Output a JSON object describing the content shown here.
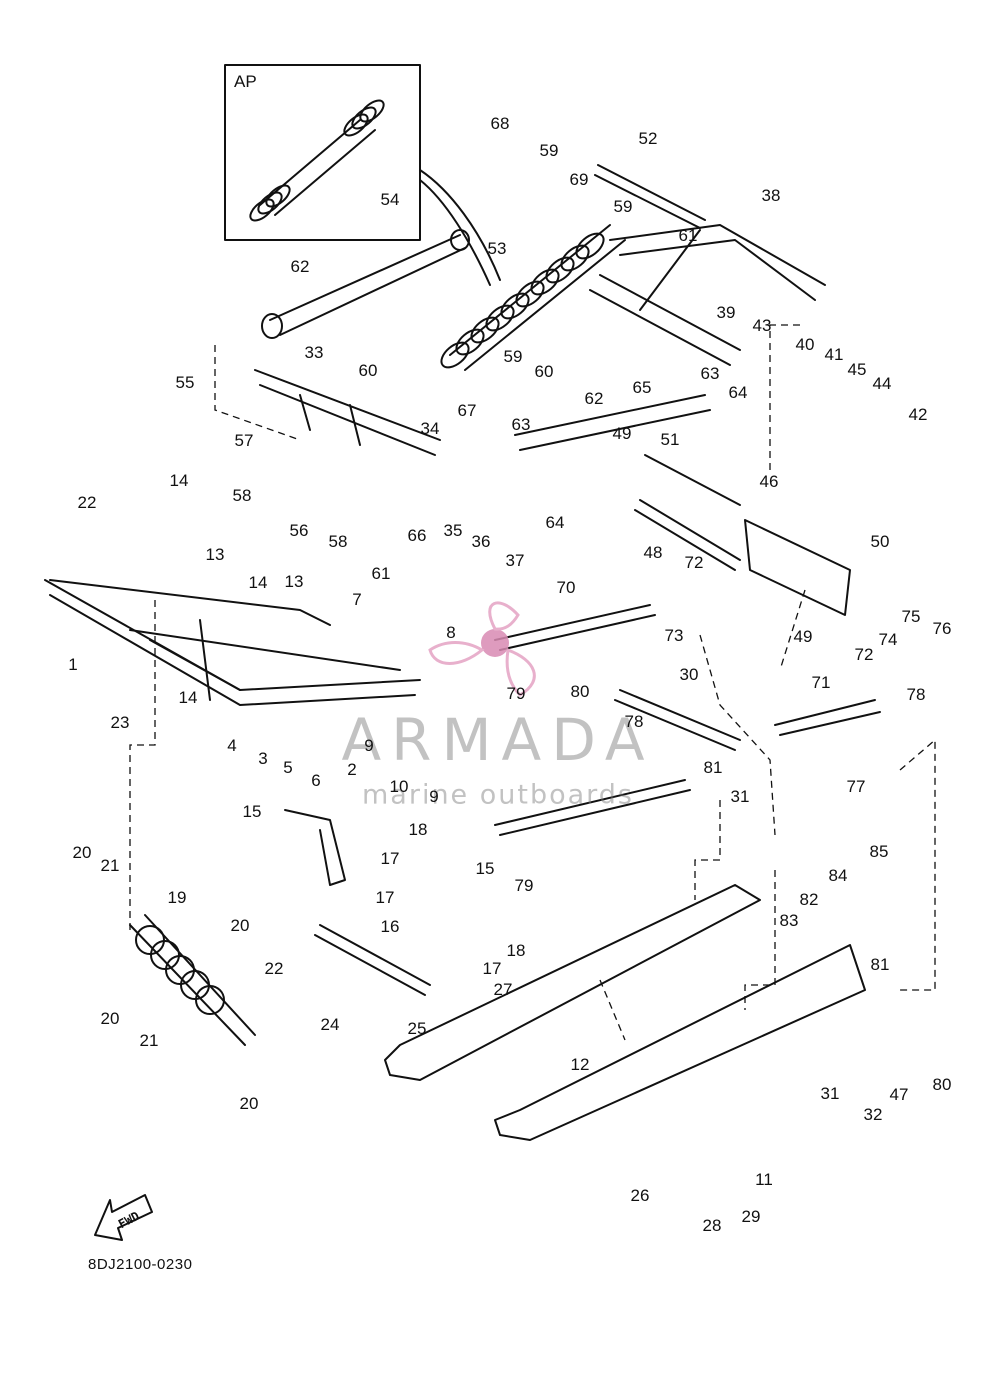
{
  "inset_label": "AP",
  "diagram_code": "8DJ2100-0230",
  "fwd_label": "FWD",
  "watermark": {
    "title": "ARMADA",
    "subtitle": "marine outboards",
    "color": "#e4a3c4"
  },
  "part_numbers": [
    "1",
    "2",
    "3",
    "4",
    "5",
    "6",
    "7",
    "8",
    "9",
    "9",
    "10",
    "11",
    "12",
    "13",
    "13",
    "14",
    "14",
    "14",
    "15",
    "15",
    "16",
    "17",
    "17",
    "17",
    "18",
    "18",
    "19",
    "20",
    "20",
    "20",
    "20",
    "21",
    "21",
    "22",
    "22",
    "23",
    "24",
    "25",
    "26",
    "27",
    "28",
    "29",
    "30",
    "31",
    "31",
    "32",
    "33",
    "34",
    "35",
    "36",
    "37",
    "38",
    "39",
    "40",
    "41",
    "42",
    "43",
    "44",
    "45",
    "46",
    "47",
    "48",
    "49",
    "49",
    "50",
    "51",
    "52",
    "53",
    "54",
    "55",
    "56",
    "57",
    "58",
    "58",
    "59",
    "59",
    "59",
    "60",
    "60",
    "61",
    "61",
    "62",
    "62",
    "63",
    "63",
    "64",
    "64",
    "65",
    "66",
    "67",
    "68",
    "69",
    "70",
    "71",
    "72",
    "72",
    "73",
    "74",
    "75",
    "76",
    "77",
    "78",
    "78",
    "79",
    "79",
    "80",
    "80",
    "81",
    "81",
    "82",
    "83",
    "84",
    "85"
  ]
}
